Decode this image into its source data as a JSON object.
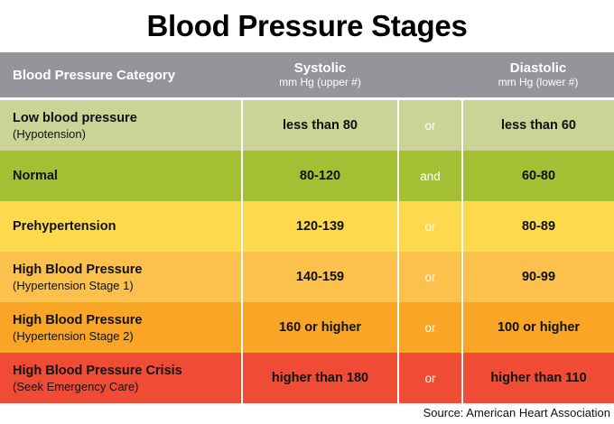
{
  "title": "Blood Pressure Stages",
  "header": {
    "category_label": "Blood Pressure Category",
    "systolic_main": "Systolic",
    "systolic_sub": "mm Hg (upper #)",
    "diastolic_main": "Diastolic",
    "diastolic_sub": "mm Hg (lower #)"
  },
  "rows": [
    {
      "category": "Low blood pressure",
      "subtitle": "(Hypotension)",
      "systolic": "less than 80",
      "connector": "or",
      "diastolic": "less than 60",
      "color": "#cbd396"
    },
    {
      "category": "Normal",
      "subtitle": "",
      "systolic": "80-120",
      "connector": "and",
      "diastolic": "60-80",
      "color": "#a5bf३5"
    },
    {
      "category": "Prehypertension",
      "subtitle": "",
      "systolic": "120-139",
      "connector": "or",
      "diastolic": "80-89",
      "color": "#fdd94e"
    },
    {
      "category": "High Blood Pressure",
      "subtitle": "(Hypertension Stage 1)",
      "systolic": "140-159",
      "connector": "or",
      "diastolic": "90-99",
      "color": "#fcc14c"
    },
    {
      "category": "High Blood Pressure",
      "subtitle": "(Hypertension Stage 2)",
      "systolic": "160 or higher",
      "connector": "or",
      "diastolic": "100 or higher",
      "color": "#f9a526"
    },
    {
      "category": "High Blood Pressure Crisis",
      "subtitle": "(Seek Emergency Care)",
      "systolic": "higher than 180",
      "connector": "or",
      "diastolic": "higher than 110",
      "color": "#ef4b35"
    }
  ],
  "source": "Source: American Heart Association",
  "colors": {
    "header_band": "#949599",
    "header_text": "#ffffff",
    "body_text": "#111111",
    "divider": "#ffffff",
    "row_1": "#cbd396",
    "row_2": "#a5bf35",
    "row_3": "#fdd94e",
    "row_4": "#fcc14c",
    "row_5": "#f9a526",
    "row_6": "#ef4b35"
  }
}
